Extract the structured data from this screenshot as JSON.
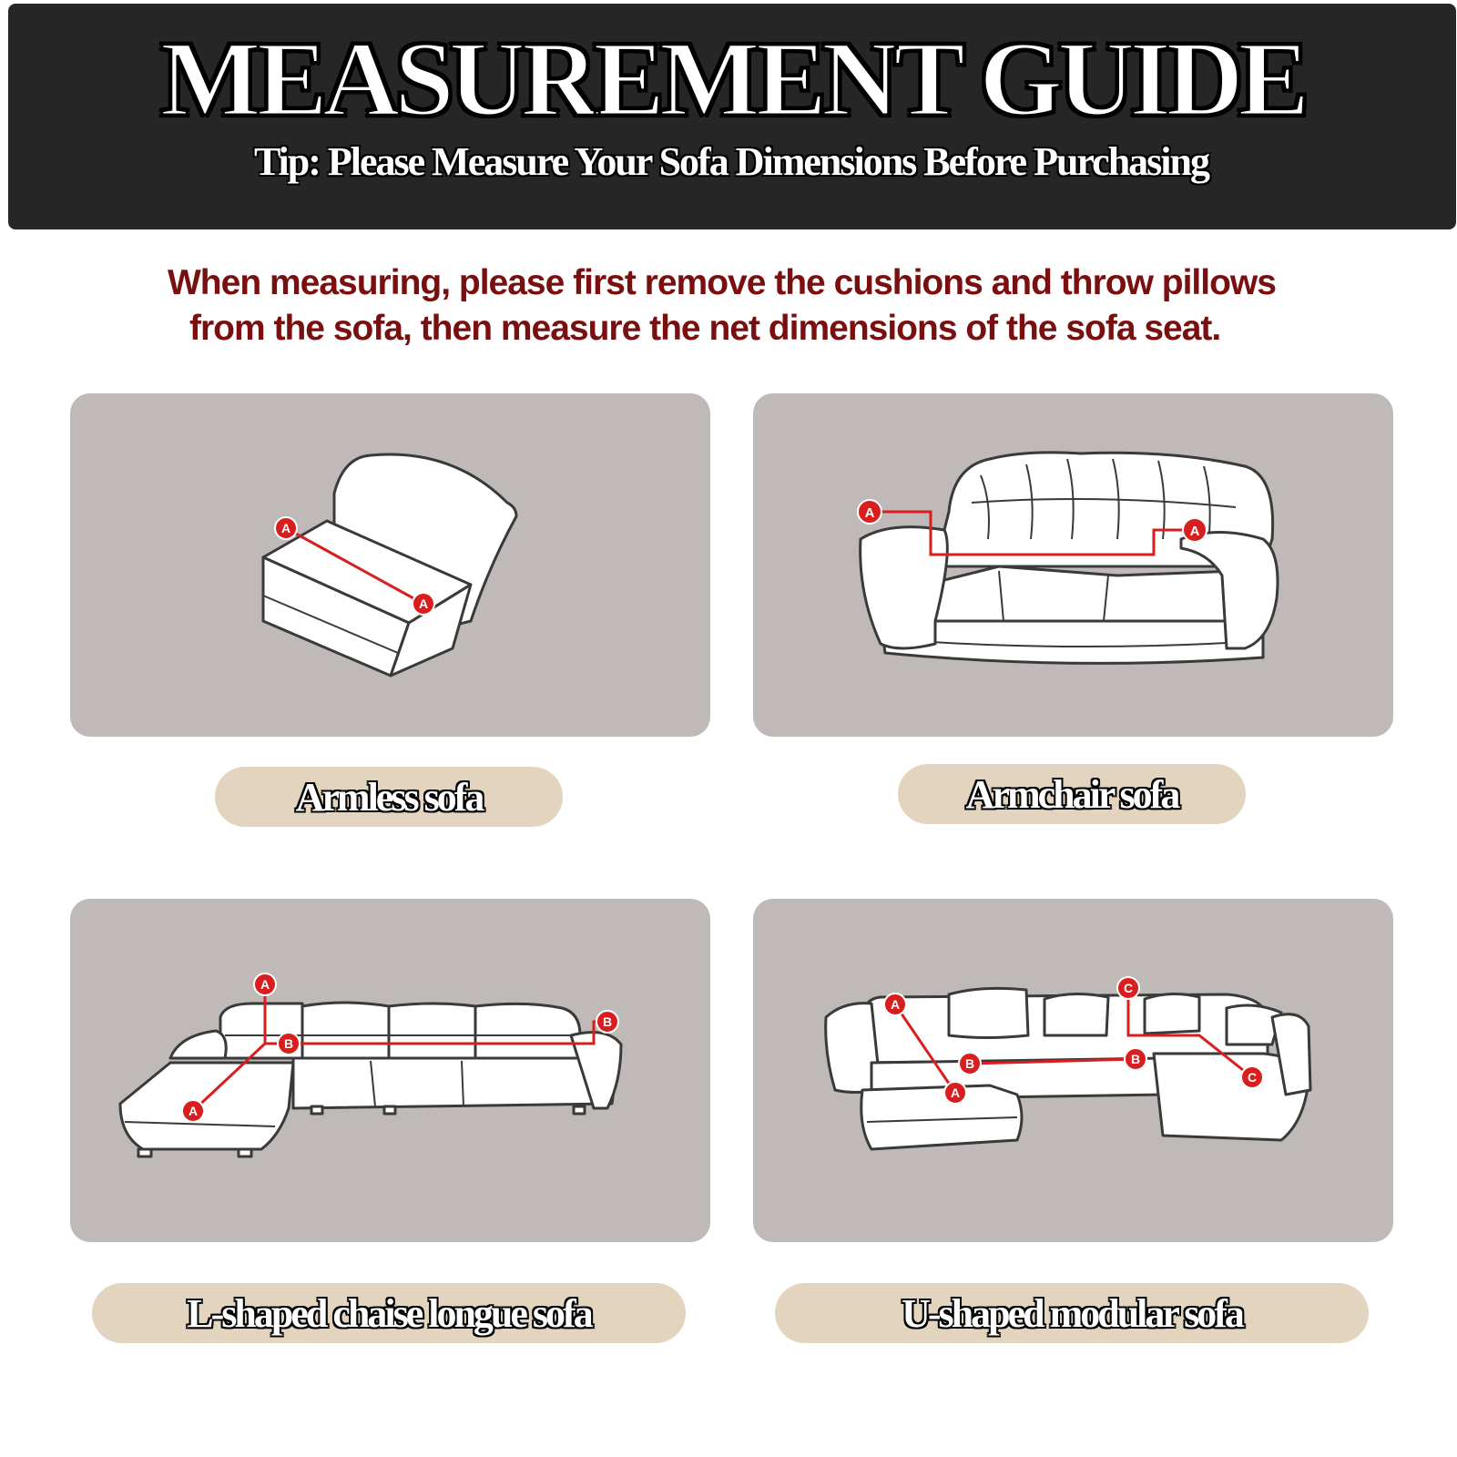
{
  "header": {
    "title": "MEASUREMENT GUIDE",
    "tip": "Tip: Please Measure Your Sofa Dimensions Before Purchasing"
  },
  "instructions": {
    "line1": "When measuring, please first remove the cushions and throw pillows",
    "line2": "from the sofa, then measure the net dimensions of the sofa seat."
  },
  "sofas": [
    {
      "label": "Armless sofa",
      "markers": [
        "A",
        "A"
      ],
      "icon": "armless-sofa-icon"
    },
    {
      "label": "Armchair sofa",
      "markers": [
        "A",
        "A"
      ],
      "icon": "armchair-sofa-icon"
    },
    {
      "label": "L-shaped chaise longue sofa",
      "markers": [
        "A",
        "B",
        "A",
        "B"
      ],
      "icon": "l-shaped-sofa-icon"
    },
    {
      "label": "U-shaped modular sofa",
      "markers": [
        "A",
        "B",
        "A",
        "B",
        "C",
        "C"
      ],
      "icon": "u-shaped-sofa-icon"
    }
  ],
  "colors": {
    "banner": "#262626",
    "instruction_text": "#7a0f0f",
    "card_bg": "#bfb9b8",
    "pill_bg": "#e3d4bf",
    "measure_line": "#d81e1e"
  }
}
